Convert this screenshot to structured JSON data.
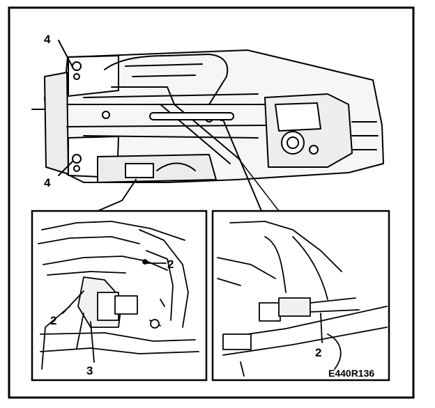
{
  "figure": {
    "code": "E440R136"
  },
  "callouts": {
    "top_left_4": "4",
    "bottom_left_4": "4",
    "inset_left_2_upper": "2",
    "inset_left_2_lower": "2",
    "inset_left_3": "3",
    "inset_right_2": "2"
  }
}
